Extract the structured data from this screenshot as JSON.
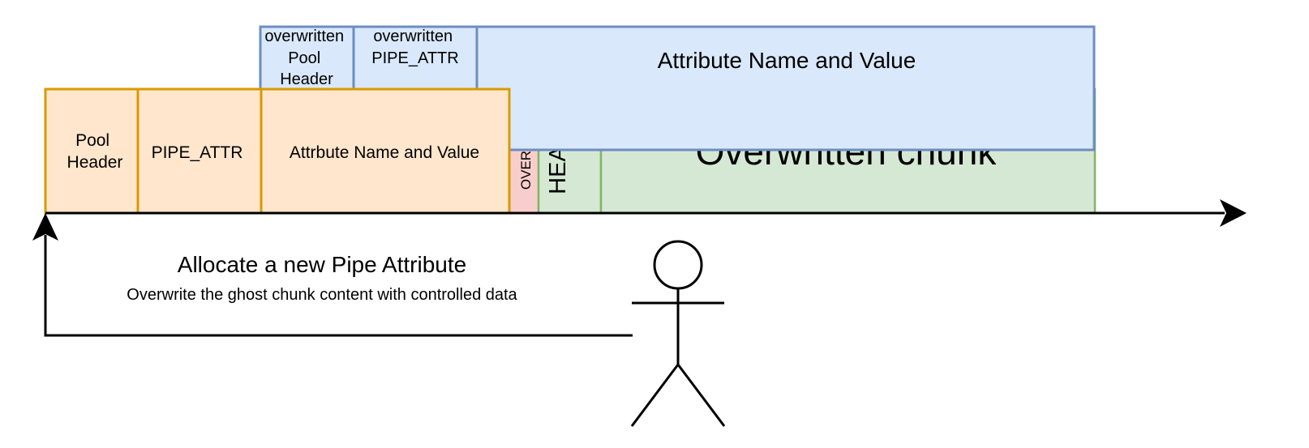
{
  "colors": {
    "orange_fill": "#ffe6cc",
    "orange_stroke": "#d79b00",
    "blue_fill": "#dae8fc",
    "blue_stroke": "#6c8ebf",
    "green_fill": "#d5e8d4",
    "green_stroke": "#82b366",
    "red_fill": "#f8cecc",
    "red_text": "#999999",
    "line": "#000000"
  },
  "new_chunk": {
    "pool_header": [
      "Pool",
      "Header"
    ],
    "pipe_attr": "PIPE_ATTR",
    "attr_name_value": "Attrbute Name and Value"
  },
  "overwritten": {
    "pool_header": [
      "overwritten",
      "Pool",
      "Header"
    ],
    "pipe_attr": [
      "overwritten",
      "PIPE_ATTR"
    ],
    "attr_name_value": "Attribute Name and Value"
  },
  "ghost": {
    "over": "OVER",
    "hea": "HEA",
    "chunk": "Overwritten chunk"
  },
  "caption": {
    "title": "Allocate a new Pipe Attribute",
    "subtitle": "Overwrite the ghost chunk content with controlled data"
  }
}
